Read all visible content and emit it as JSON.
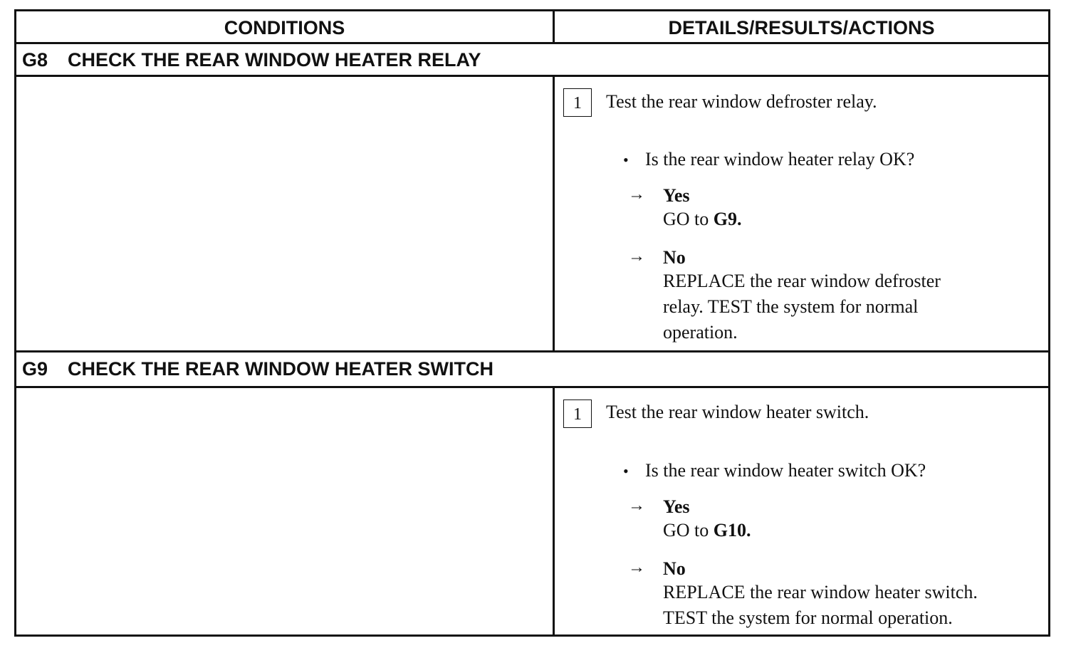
{
  "header": {
    "col1": "CONDITIONS",
    "col2": "DETAILS/RESULTS/ACTIONS"
  },
  "steps": [
    {
      "id": "G8",
      "title": "CHECK THE REAR WINDOW HEATER RELAY",
      "box_num": "1",
      "instruction": "Test the rear window defroster relay.",
      "question": "Is the rear window heater relay OK?",
      "yes_label": "Yes",
      "yes_text_pre": "GO to ",
      "yes_target": "G9.",
      "no_label": "No",
      "no_lines": [
        "REPLACE the rear window defroster",
        "relay. TEST the system for normal",
        "operation."
      ]
    },
    {
      "id": "G9",
      "title": "CHECK THE REAR WINDOW HEATER SWITCH",
      "box_num": "1",
      "instruction": "Test the rear window heater switch.",
      "question": "Is the rear window heater switch OK?",
      "yes_label": "Yes",
      "yes_text_pre": "GO to ",
      "yes_target": "G10.",
      "no_label": "No",
      "no_lines": [
        "REPLACE the rear window heater switch.",
        "TEST the system for normal operation."
      ]
    }
  ]
}
